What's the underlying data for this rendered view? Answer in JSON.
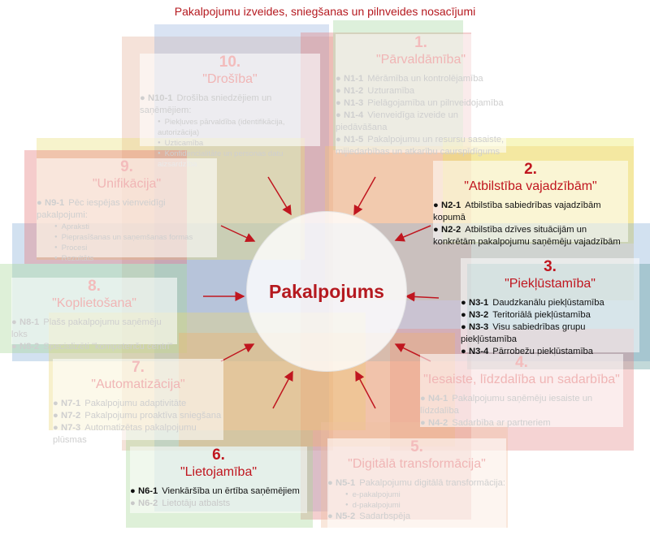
{
  "title": "Pakalpojumu izveides, sniegšanas un pilnveides nosacījumi",
  "center_label": "Pakalpojums",
  "colors": {
    "accent": "#c0161f",
    "text": "#111111",
    "faded_text": "#cfcfcf"
  },
  "sections": [
    {
      "id": "1",
      "number": "1.",
      "name": "\"Pārvaldāmība\"",
      "active": false,
      "items": [
        {
          "code": "N1-1",
          "text": "Mērāmība un kontrolējamība"
        },
        {
          "code": "N1-2",
          "text": "Uzturamība"
        },
        {
          "code": "N1-3",
          "text": "Pielāgojamība un pilnveidojamība"
        },
        {
          "code": "N1-4",
          "text": "Vienveidīga izveide un piedāvāšana"
        },
        {
          "code": "N1-5",
          "text": "Pakalpojumu un resursu sasaiste, mijiedarbības un atkarību caurspīdīgums"
        }
      ]
    },
    {
      "id": "2",
      "number": "2.",
      "name": "\"Atbilstība vajadzībām\"",
      "active": true,
      "items": [
        {
          "code": "N2-1",
          "text": "Atbilstība sabiedrības vajadzībām kopumā"
        },
        {
          "code": "N2-2",
          "text": "Atbilstība dzīves situācijām un konkrētām pakalpojumu saņēmēju vajadzībām"
        }
      ]
    },
    {
      "id": "3",
      "number": "3.",
      "name": "\"Piekļūstamība\"",
      "active": true,
      "items": [
        {
          "code": "N3-1",
          "text": "Daudzkanālu piekļūstamība"
        },
        {
          "code": "N3-2",
          "text": "Teritoriālā piekļūstamība"
        },
        {
          "code": "N3-3",
          "text": "Visu sabiedrības grupu piekļūstamība"
        },
        {
          "code": "N3-4",
          "text": "Pārrobežu piekļūstamība"
        }
      ]
    },
    {
      "id": "4",
      "number": "4.",
      "name": "\"Iesaiste, līdzdalība un sadarbība\"",
      "active": false,
      "items": [
        {
          "code": "N4-1",
          "text": "Pakalpojumu saņēmēju iesaiste un līdzdalība"
        },
        {
          "code": "N4-2",
          "text": "Sadarbība ar partneriem"
        }
      ]
    },
    {
      "id": "5",
      "number": "5.",
      "name": "\"Digitālā transformācija\"",
      "active": false,
      "items": [
        {
          "code": "N5-1",
          "text": "Pakalpojumu digitālā transformācija:",
          "subs": [
            "e-pakalpojumi",
            "d-pakalpojumi"
          ]
        },
        {
          "code": "N5-2",
          "text": "Sadarbspēja"
        }
      ]
    },
    {
      "id": "6",
      "number": "6.",
      "name": "\"Lietojamība\"",
      "active": true,
      "items": [
        {
          "code": "N6-1",
          "text": "Vienkāršība un ērtība saņēmējiem"
        },
        {
          "code": "N6-2",
          "text": "Lietotāju atbalsts",
          "faded": true
        }
      ]
    },
    {
      "id": "7",
      "number": "7.",
      "name": "\"Automatizācija\"",
      "active": false,
      "items": [
        {
          "code": "N7-1",
          "text": "Pakalpojumu adaptivitāte"
        },
        {
          "code": "N7-2",
          "text": "Pakalpojumu proaktīva sniegšana"
        },
        {
          "code": "N7-3",
          "text": "Automatizētas pakalpojumu plūsmas"
        }
      ]
    },
    {
      "id": "8",
      "number": "8.",
      "name": "\"Koplietošana\"",
      "active": false,
      "items": [
        {
          "code": "N8-1",
          "text": "Plašs pakalpojumu saņēmēju loks"
        },
        {
          "code": "N8-2",
          "text": "Specializēti \"kompetenču centri\""
        }
      ]
    },
    {
      "id": "9",
      "number": "9.",
      "name": "\"Unifikācija\"",
      "active": false,
      "items": [
        {
          "code": "N9-1",
          "text": "Pēc iespējas vienveidīgi pakalpojumi:",
          "subs": [
            "Apraksti",
            "Pieprasīšanas un saņemšanas formas",
            "Procesi",
            "Rezultāts"
          ]
        }
      ]
    },
    {
      "id": "10",
      "number": "10.",
      "name": "\"Drošība\"",
      "active": false,
      "items": [
        {
          "code": "N10-1",
          "text": "Drošība sniedzējiem un saņēmējiem:",
          "subs": [
            "Piekļuves pārvaldība (identifikācija, autorizācija)",
            "Uzticamība",
            "Konfidencialitāte un personas datu aizsardzība"
          ]
        }
      ]
    }
  ]
}
